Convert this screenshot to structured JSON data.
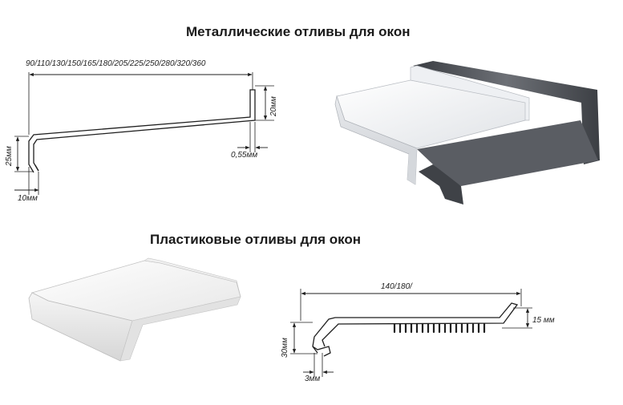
{
  "sections": {
    "metal": {
      "title": "Металлические отливы для окон",
      "width_label": "90/110/130/150/165/180/205/225/250/280/320/360",
      "height_left_label": "25мм",
      "height_right_label": "20мм",
      "thickness_label": "0,55мм",
      "drip_label": "10мм"
    },
    "plastic": {
      "title": "Пластиковые отливы для окон",
      "width_label": "140/180/",
      "height_left_label": "30мм",
      "height_right_label": "15 мм",
      "drip_label": "3мм"
    }
  },
  "colors": {
    "line": "#1f1f1f",
    "metal_white": "#f3f4f6",
    "metal_dark": "#4a4d52",
    "plastic_white": "#f7f7f7"
  }
}
